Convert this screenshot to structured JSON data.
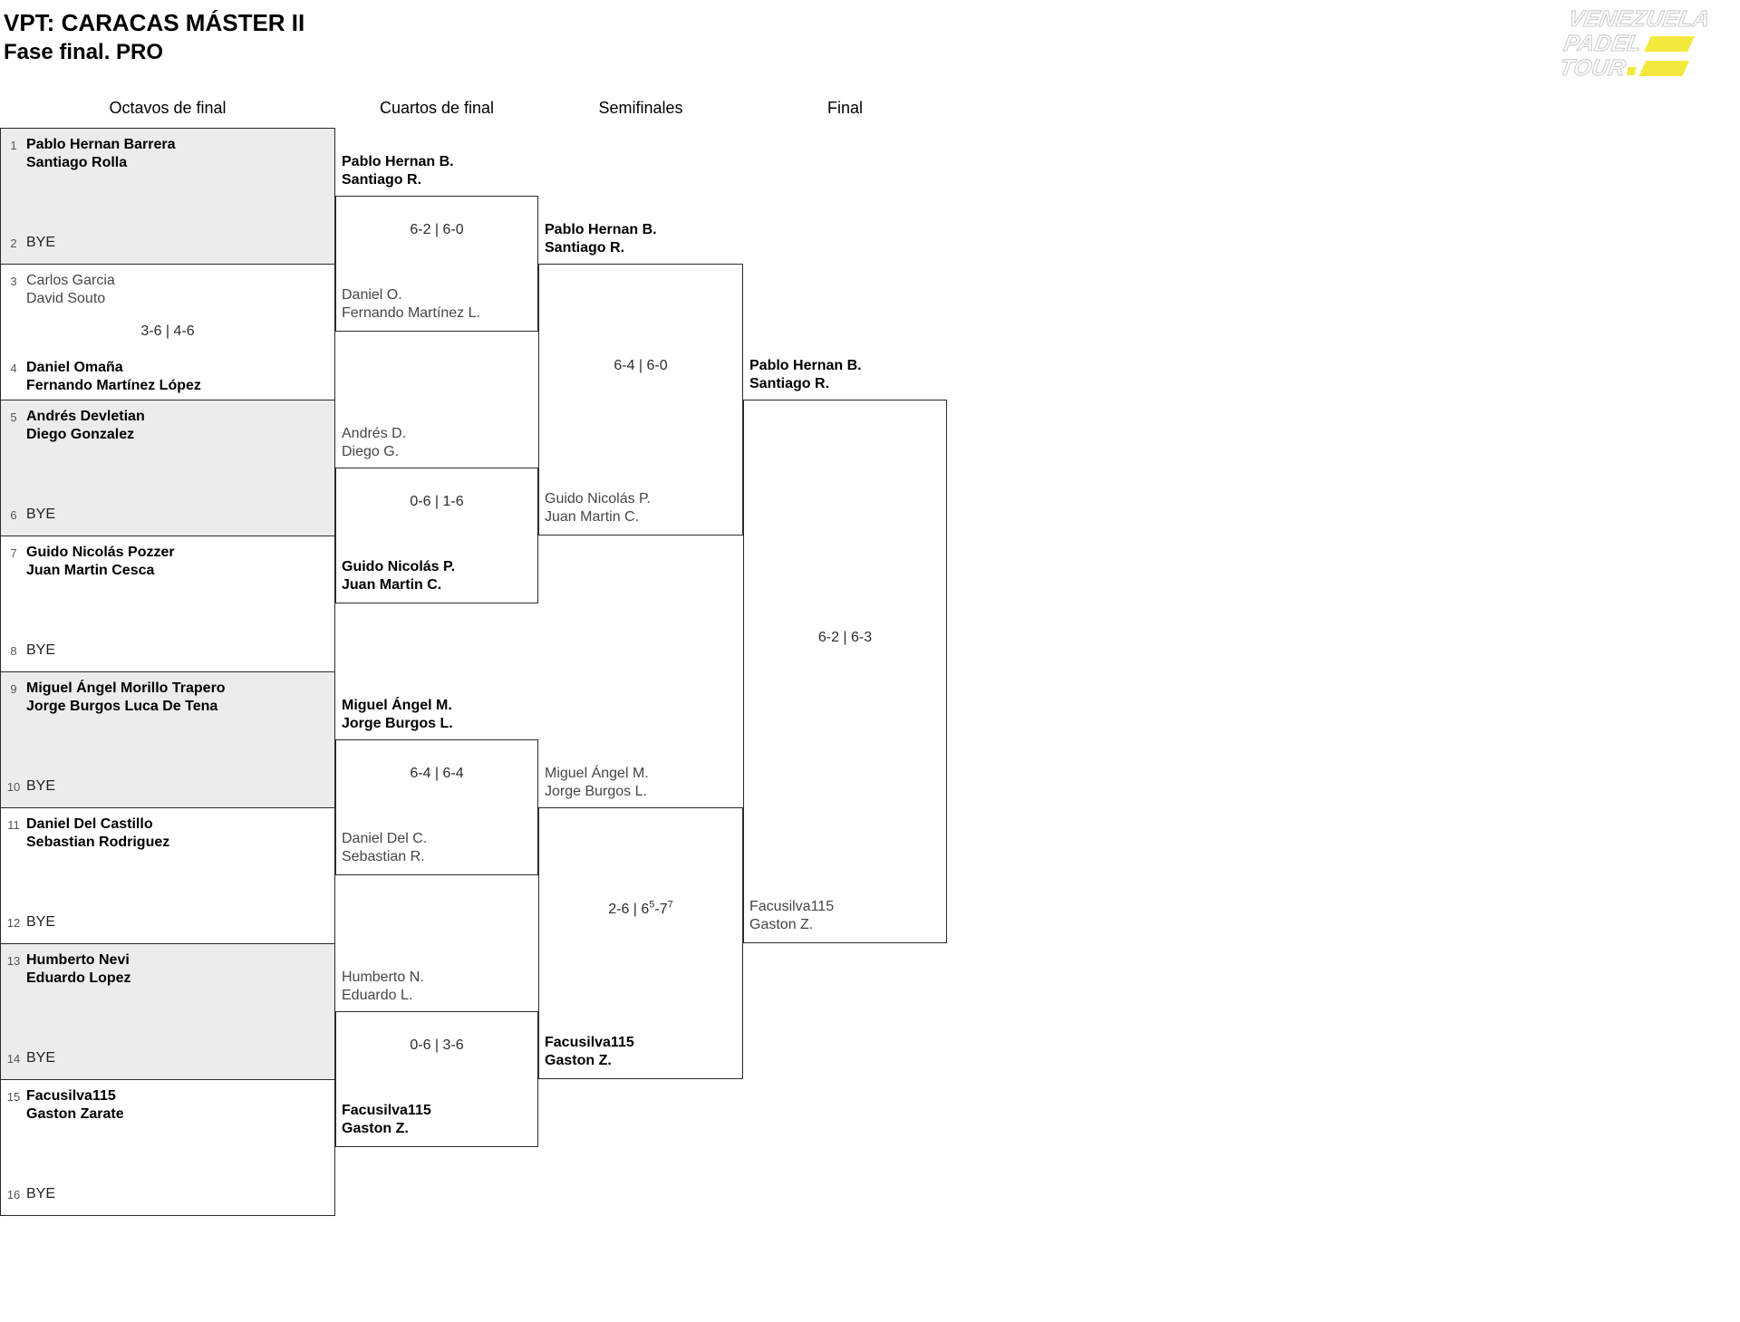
{
  "title": "VPT: CARACAS MÁSTER II",
  "subtitle": "Fase final. PRO",
  "logo": {
    "line1": "VENEZUELA",
    "line2": "PADEL",
    "line3": "TOUR",
    "accent": "#f3e93d"
  },
  "colors": {
    "shaded_row": "#ececec",
    "border": "#2a2a2a"
  },
  "headers": {
    "r16": "Octavos de final",
    "qf": "Cuartos de final",
    "sf": "Semifinales",
    "final": "Final"
  },
  "r16": {
    "m1": {
      "seed_a": "1",
      "a1": "Pablo Hernan Barrera",
      "a2": "Santiago Rolla",
      "seed_b": "2",
      "b1": "BYE",
      "score": ""
    },
    "m2": {
      "seed_a": "3",
      "a1": "Carlos Garcia",
      "a2": "David Souto",
      "seed_b": "4",
      "b1": "Daniel Omaña",
      "b2": "Fernando Martínez López",
      "score": "3-6 | 4-6"
    },
    "m3": {
      "seed_a": "5",
      "a1": "Andrés Devletian",
      "a2": "Diego Gonzalez",
      "seed_b": "6",
      "b1": "BYE",
      "score": ""
    },
    "m4": {
      "seed_a": "7",
      "a1": "Guido Nicolás Pozzer",
      "a2": "Juan Martin Cesca",
      "seed_b": "8",
      "b1": "BYE",
      "score": ""
    },
    "m5": {
      "seed_a": "9",
      "a1": "Miguel Ángel Morillo Trapero",
      "a2": "Jorge Burgos Luca De Tena",
      "seed_b": "10",
      "b1": "BYE",
      "score": ""
    },
    "m6": {
      "seed_a": "11",
      "a1": "Daniel Del Castillo",
      "a2": "Sebastian Rodriguez",
      "seed_b": "12",
      "b1": "BYE",
      "score": ""
    },
    "m7": {
      "seed_a": "13",
      "a1": "Humberto Nevi",
      "a2": "Eduardo Lopez",
      "seed_b": "14",
      "b1": "BYE",
      "score": ""
    },
    "m8": {
      "seed_a": "15",
      "a1": "Facusilva115",
      "a2": "Gaston Zarate",
      "seed_b": "16",
      "b1": "BYE",
      "score": ""
    }
  },
  "qf": {
    "m1": {
      "a1": "Pablo Hernan B.",
      "a2": "Santiago R.",
      "score": "6-2 | 6-0",
      "b1": "Daniel O.",
      "b2": "Fernando Martínez L."
    },
    "m2": {
      "a1": "Andrés D.",
      "a2": "Diego G.",
      "score": "0-6 | 1-6",
      "b1": "Guido Nicolás P.",
      "b2": "Juan Martin C."
    },
    "m3": {
      "a1": "Miguel Ángel M.",
      "a2": "Jorge Burgos L.",
      "score": "6-4 | 6-4",
      "b1": "Daniel Del C.",
      "b2": "Sebastian R."
    },
    "m4": {
      "a1": "Humberto N.",
      "a2": "Eduardo L.",
      "score": "0-6 | 3-6",
      "b1": "Facusilva115",
      "b2": "Gaston Z."
    }
  },
  "sf": {
    "m1": {
      "a1": "Pablo Hernan B.",
      "a2": "Santiago R.",
      "score": "6-4 | 6-0",
      "b1": "Guido Nicolás P.",
      "b2": "Juan Martin C."
    },
    "m2": {
      "a1": "Miguel Ángel M.",
      "a2": "Jorge Burgos L.",
      "score_a": "2-6 | 6",
      "score_sup1": "5",
      "score_b": "-7",
      "score_sup2": "7",
      "b1": "Facusilva115",
      "b2": "Gaston Z."
    }
  },
  "final": {
    "m1": {
      "a1": "Pablo Hernan B.",
      "a2": "Santiago R.",
      "score": "6-2 | 6-3",
      "b1": "Facusilva115",
      "b2": "Gaston Z."
    }
  }
}
